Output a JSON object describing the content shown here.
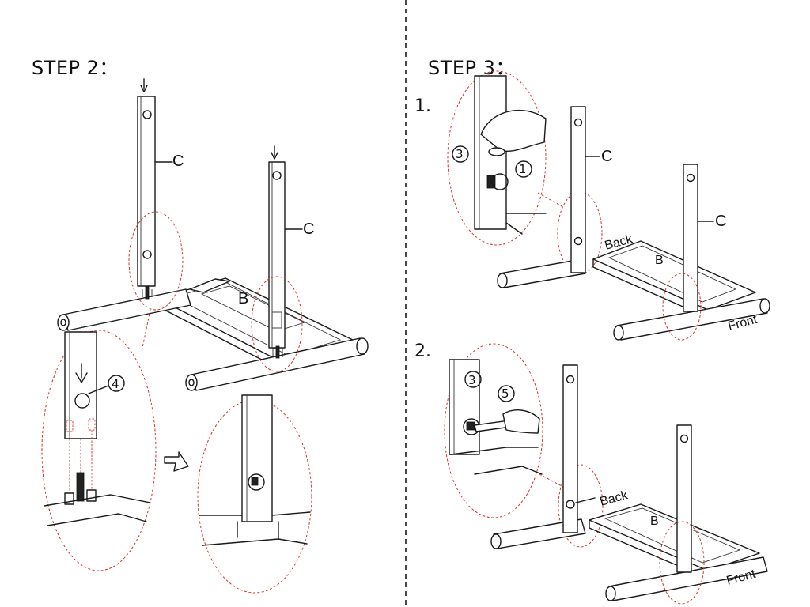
{
  "step2": {
    "title": "STEP 2：",
    "part_c_label": "C",
    "part_b_label": "B",
    "callout_4": "4"
  },
  "step3": {
    "title": "STEP 3：",
    "sub1": {
      "number": "1.",
      "part_c_label": "C",
      "part_b_label": "B",
      "back_label": "Back",
      "front_label": "Front",
      "callout_1": "1",
      "callout_3": "3"
    },
    "sub2": {
      "number": "2.",
      "part_b_label": "B",
      "back_label": "Back",
      "front_label": "Front",
      "callout_3": "3",
      "callout_5": "5"
    }
  },
  "colors": {
    "zoom_outline": "#d0342c",
    "line_art": "#1a1a1a"
  }
}
